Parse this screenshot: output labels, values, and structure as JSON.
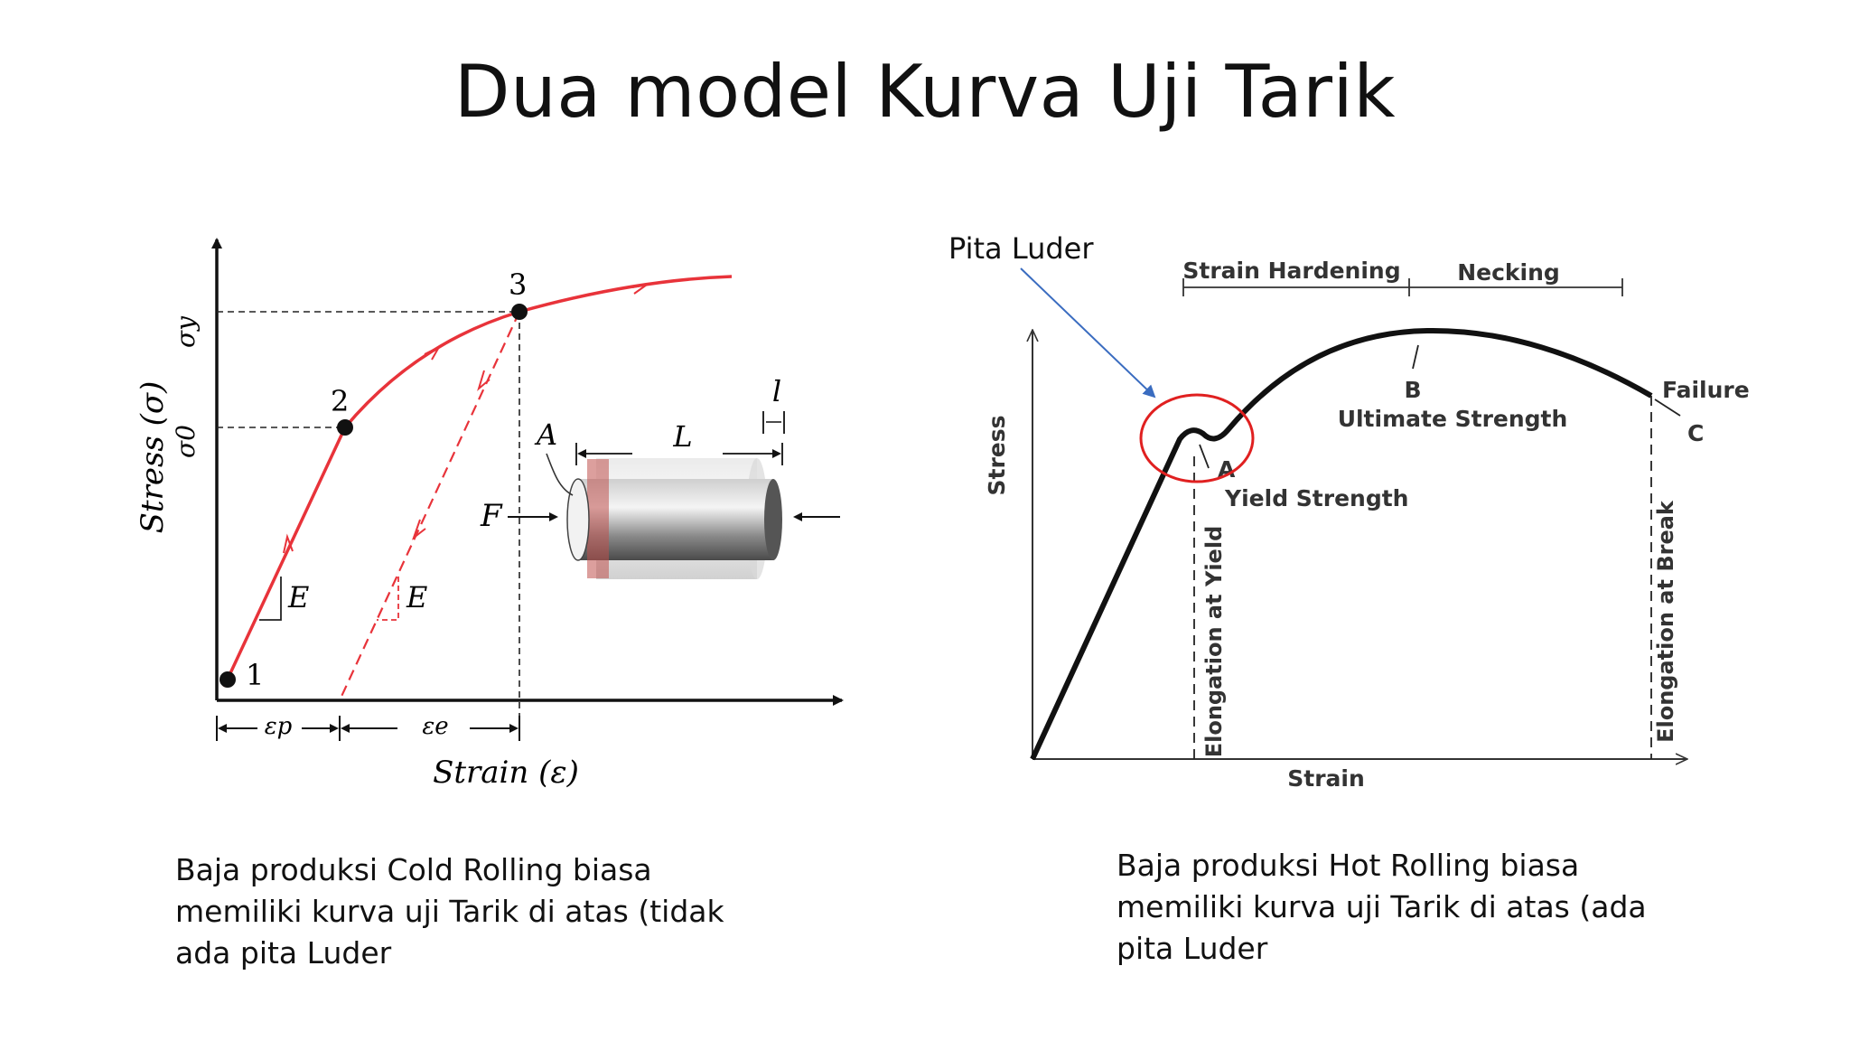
{
  "slide": {
    "title": "Dua model Kurva Uji Tarik"
  },
  "left_diagram": {
    "y_axis_label": "Stress (σ)",
    "x_axis_label": "Strain (ε)",
    "sigma_y": "σy",
    "sigma_0": "σ0",
    "point_1": "1",
    "point_2": "2",
    "point_3": "3",
    "slope_label_1": "E",
    "slope_label_2": "E",
    "eps_p": "εp",
    "eps_e": "εe",
    "area_label": "A",
    "length_label": "L",
    "small_length_label": "l",
    "force_label": "F",
    "colors": {
      "curve": "#e8333a",
      "axis": "#111111"
    }
  },
  "right_diagram": {
    "annotation": "Pita Luder",
    "strain_hardening": "Strain Hardening",
    "necking": "Necking",
    "y_axis_label": "Stress",
    "x_axis_label": "Strain",
    "point_a": "A",
    "yield_strength": "Yield Strength",
    "point_b": "B",
    "ultimate_strength": "Ultimate Strength",
    "failure": "Failure",
    "point_c": "C",
    "elongation_at_yield": "Elongation at Yield",
    "elongation_at_break": "Elongation at Break",
    "colors": {
      "curve": "#111111",
      "circle": "#e02020",
      "arrow": "#3a6cc0"
    }
  },
  "captions": {
    "left": [
      "Baja produksi Cold Rolling biasa",
      "memiliki kurva uji Tarik di atas (tidak",
      "ada pita Luder"
    ],
    "right": [
      "Baja produksi Hot Rolling biasa",
      "memiliki kurva uji Tarik di atas (ada",
      "pita Luder"
    ]
  }
}
